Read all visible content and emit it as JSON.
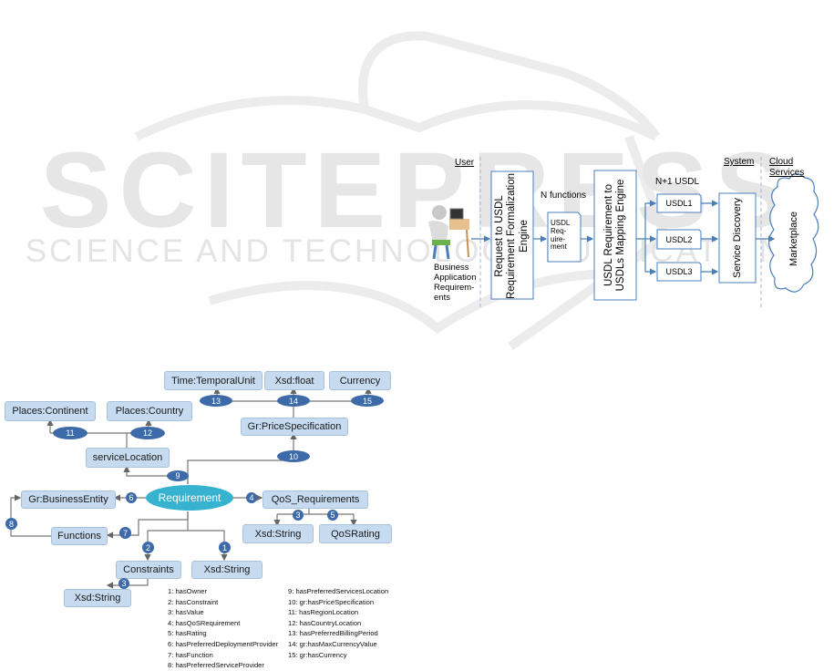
{
  "watermark": {
    "main": "SCITEPRESS",
    "sub": "SCIENCE AND TECHNOLOGY PUBLICATIONS"
  },
  "architecture": {
    "user_label": "User",
    "system_label": "System",
    "cloud_label": "Cloud Services",
    "business_label": "Business Application Requirem-ents",
    "formalization_engine": "Request to USDL Requirement Formalization Engine",
    "n_functions": "N functions",
    "usdl_requirement": "USDL Req-uire-ment",
    "mapping_engine": "USDL Requirement to USDLs Mapping Engine",
    "n1_usdl": "N+1 USDL",
    "usdl_items": [
      "USDL1",
      "USDL2",
      "USDL3"
    ],
    "service_discovery": "Service Discovery",
    "marketplace": "Marketplace"
  },
  "ontology": {
    "nodes": {
      "time": "Time:TemporalUnit",
      "float": "Xsd:float",
      "currency": "Currency",
      "continent": "Places:Continent",
      "country": "Places:Country",
      "price": "Gr:PriceSpecification",
      "service_location": "serviceLocation",
      "business": "Gr:BusinessEntity",
      "requirement": "Requirement",
      "qos": "QoS_Requirements",
      "functions": "Functions",
      "xsd_string_qos": "Xsd:String",
      "qos_rating": "QoSRating",
      "constraints": "Constraints",
      "xsd_string_req": "Xsd:String",
      "xsd_string_con": "Xsd:String"
    },
    "edges": {
      "e1": "1",
      "e2": "2",
      "e3a": "3",
      "e3b": "3",
      "e4": "4",
      "e5": "5",
      "e6": "6",
      "e7": "7",
      "e8": "8",
      "e9": "9",
      "e10": "10",
      "e11": "11",
      "e12": "12",
      "e13": "13",
      "e14": "14",
      "e15": "15"
    },
    "legend_left": [
      "1: hasOwner",
      "2: hasConstraint",
      "3: hasValue",
      "4: hasQoSRequirement",
      "5: hasRating",
      "6: hasPreferredDeploymentProvider",
      "7: hasFunction",
      "8: hasPreferredServiceProvider"
    ],
    "legend_right": [
      "9: hasPreferredServicesLocation",
      "10: gr:hasPriceSpecification",
      "11: hasRegionLocation",
      "12: hasCountryLocation",
      "13: hasPreferredBillingPeriod",
      "14: gr:hasMaxCurrencyValue",
      "15: gr:hasCurrency"
    ]
  }
}
